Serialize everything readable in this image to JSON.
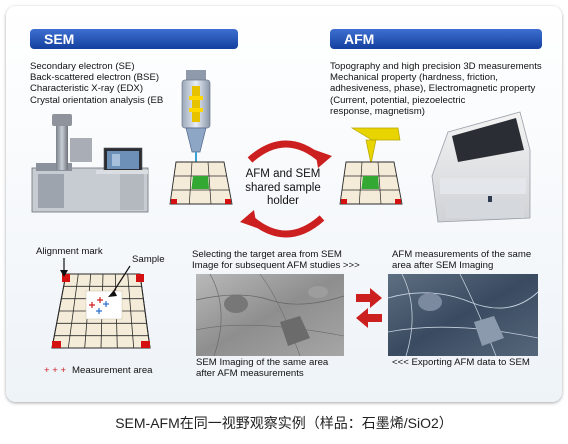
{
  "sem": {
    "title": "SEM",
    "lines": [
      "Secondary electron (SE)",
      "Back-scattered electron (BSE)",
      "Characteristic X-ray (EDX)",
      "Crystal orientation analysis (EB"
    ]
  },
  "afm": {
    "title": "AFM",
    "lines": [
      "Topography and high precision 3D measurements",
      "Mechanical property (hardness, friction,",
      "adhesiveness, phase), Electromagnetic property",
      "(Current, potential, piezoelectric",
      "response, magnetism)"
    ]
  },
  "center": {
    "lines": [
      "AFM and SEM",
      "shared sample",
      "holder"
    ]
  },
  "labels": {
    "alignment_mark": "Alignment mark",
    "sample": "Sample",
    "measurement_marker": "+ + +",
    "measurement_area": "Measurement area",
    "select_line1": "Selecting the target area from SEM",
    "select_line2": "Image for subsequent AFM studies >>>",
    "afm_meas_line1": "AFM measurements of the same",
    "afm_meas_line2": "area after SEM Imaging",
    "sem_imaging_line1": "SEM Imaging of the same area",
    "sem_imaging_line2": "after AFM measurements",
    "exporting": "<<< Exporting AFM data to SEM"
  },
  "caption": "SEM-AFM在同一视野观察实例（样品：石墨烯/SiO2）",
  "colors": {
    "banner": "#1f4fb0",
    "arrow_red": "#cc1f1f",
    "probe_yellow": "#e8d400",
    "grid_line": "#2a2a2a",
    "grid_fill": "#f4ecd8",
    "corner_mark": "#d41010",
    "target_green": "#33a833"
  }
}
